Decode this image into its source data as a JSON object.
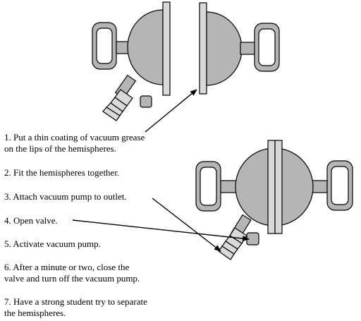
{
  "instructions": {
    "steps": [
      {
        "lines": [
          "1.  Put a thin coating of vacuum grease",
          "on the lips of the hemispheres."
        ]
      },
      {
        "lines": [
          "2.  Fit the hemispheres together."
        ]
      },
      {
        "lines": [
          "3.  Attach vacuum pump to outlet."
        ]
      },
      {
        "lines": [
          "4.  Open valve."
        ]
      },
      {
        "lines": [
          "5.  Activate vacuum pump."
        ]
      },
      {
        "lines": [
          "6.  After a minute or two, close the",
          "valve and turn off the vacuum pump."
        ]
      },
      {
        "lines": [
          "7.  Have a strong student try to separate",
          "the hemispheres."
        ]
      }
    ]
  },
  "colors": {
    "hemisphere_fill": "#b5b5b5",
    "rim_fill": "#d9d9d9",
    "handle_fill": "#ffffff",
    "outline": "#000000",
    "text": "#000000"
  },
  "icons": {
    "separated": "magdeburg-hemispheres-apart-icon",
    "joined": "magdeburg-hemispheres-joined-icon",
    "arrow": "pointer-arrow-icon"
  }
}
